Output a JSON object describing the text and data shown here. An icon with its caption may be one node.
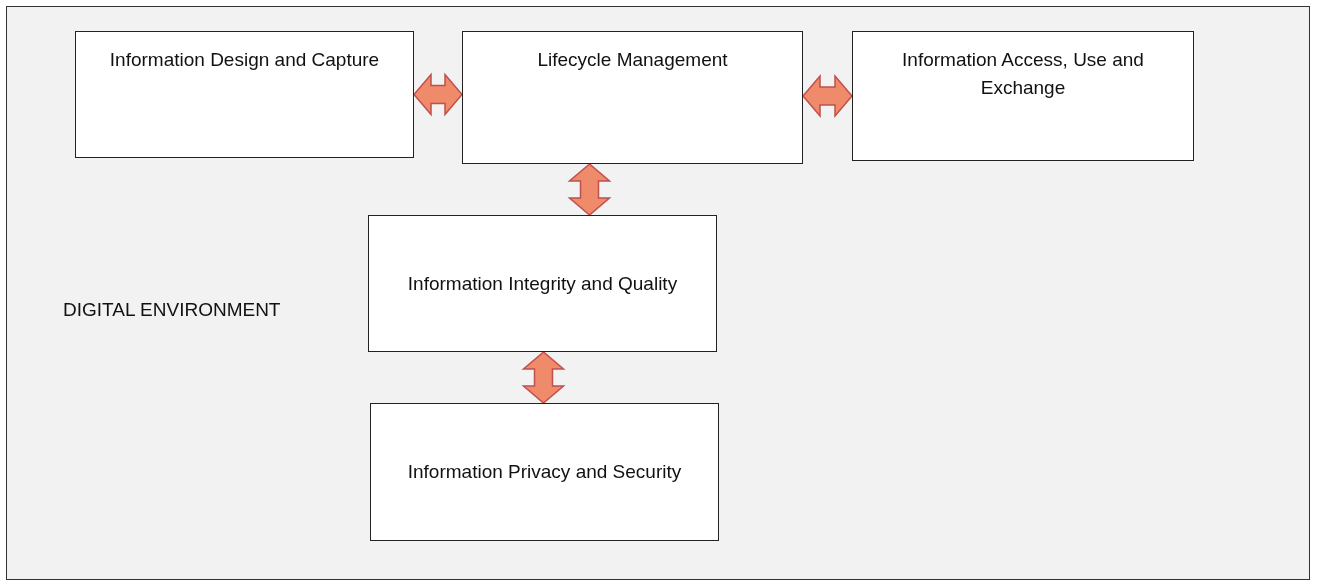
{
  "diagram": {
    "nodes": [
      {
        "text": [
          "DIGITAL ENVIRONMENT"
        ]
      },
      {
        "text": [
          "Information Design and Capture"
        ],
        "in": 0
      },
      {
        "text": [
          "Lifecycle Management"
        ],
        "in": 0
      },
      {
        "text": [
          "Information Access, Use and Exchange"
        ],
        "in": 0
      },
      {
        "text": [
          "Information Integrity and Quality"
        ],
        "in": 0
      },
      {
        "text": [
          "Information Privacy and Security"
        ],
        "in": 0
      }
    ],
    "edges": [
      {
        "from": 1,
        "to": 2,
        "arrow": "both"
      },
      {
        "from": 2,
        "to": 3,
        "arrow": "both"
      },
      {
        "from": 2,
        "to": 4,
        "arrow": "both"
      },
      {
        "from": 4,
        "to": 5,
        "arrow": "both"
      }
    ]
  }
}
